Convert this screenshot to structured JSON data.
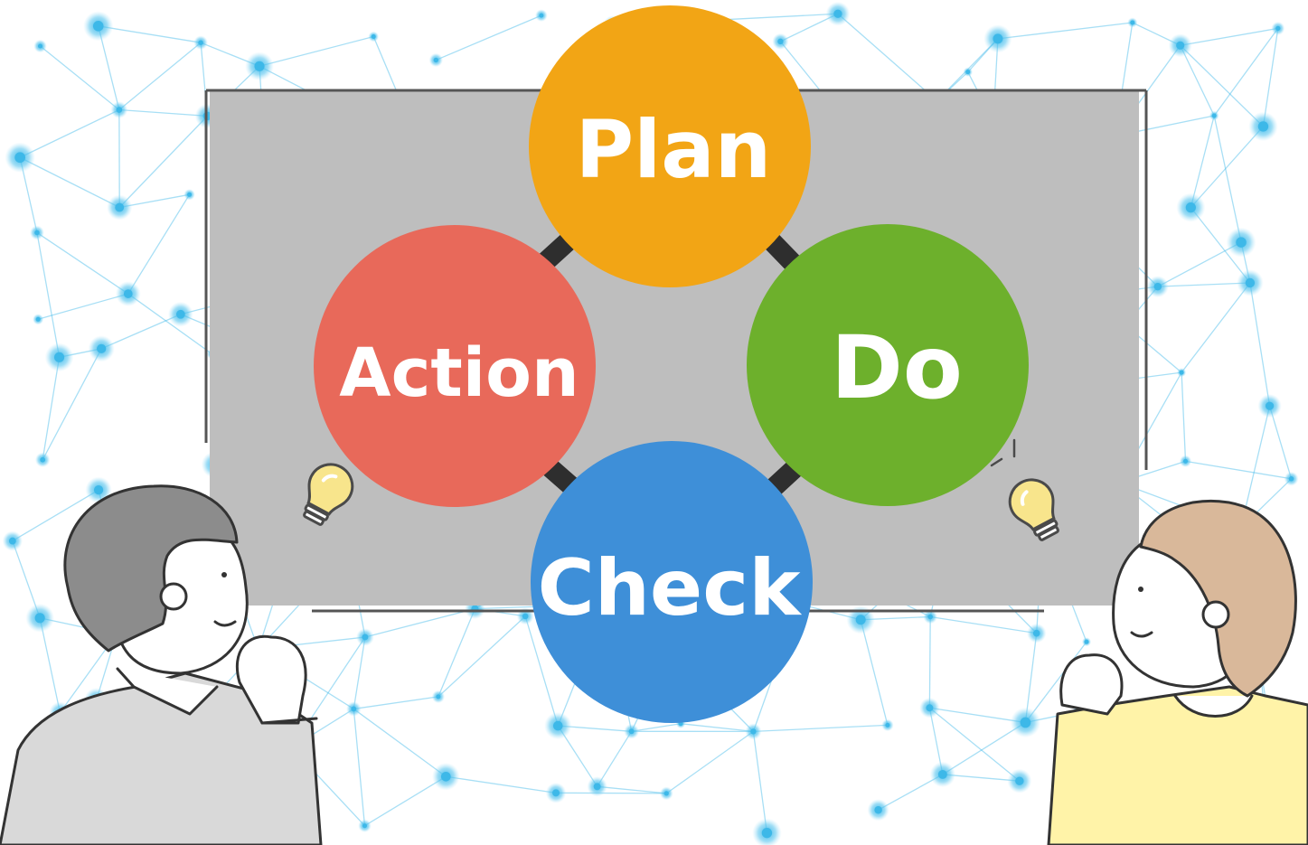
{
  "diagram": {
    "cycle": [
      {
        "key": "plan",
        "label": "Plan",
        "color": "#F2A515"
      },
      {
        "key": "do",
        "label": "Do",
        "color": "#6DB02C"
      },
      {
        "key": "check",
        "label": "Check",
        "color": "#3E8FD8"
      },
      {
        "key": "action",
        "label": "Action",
        "color": "#E8695A"
      }
    ],
    "arrow_color": "#2E2E2E",
    "board_color": "#BEBEBE",
    "network_color": "#3DB8E8",
    "lightbulb_color": "#F8E58C",
    "people": [
      {
        "key": "man",
        "shirt": "#D9D9D9",
        "hair": "#8C8C8C"
      },
      {
        "key": "woman",
        "shirt": "#FFF3A8",
        "hair": "#D9B89A"
      }
    ]
  }
}
